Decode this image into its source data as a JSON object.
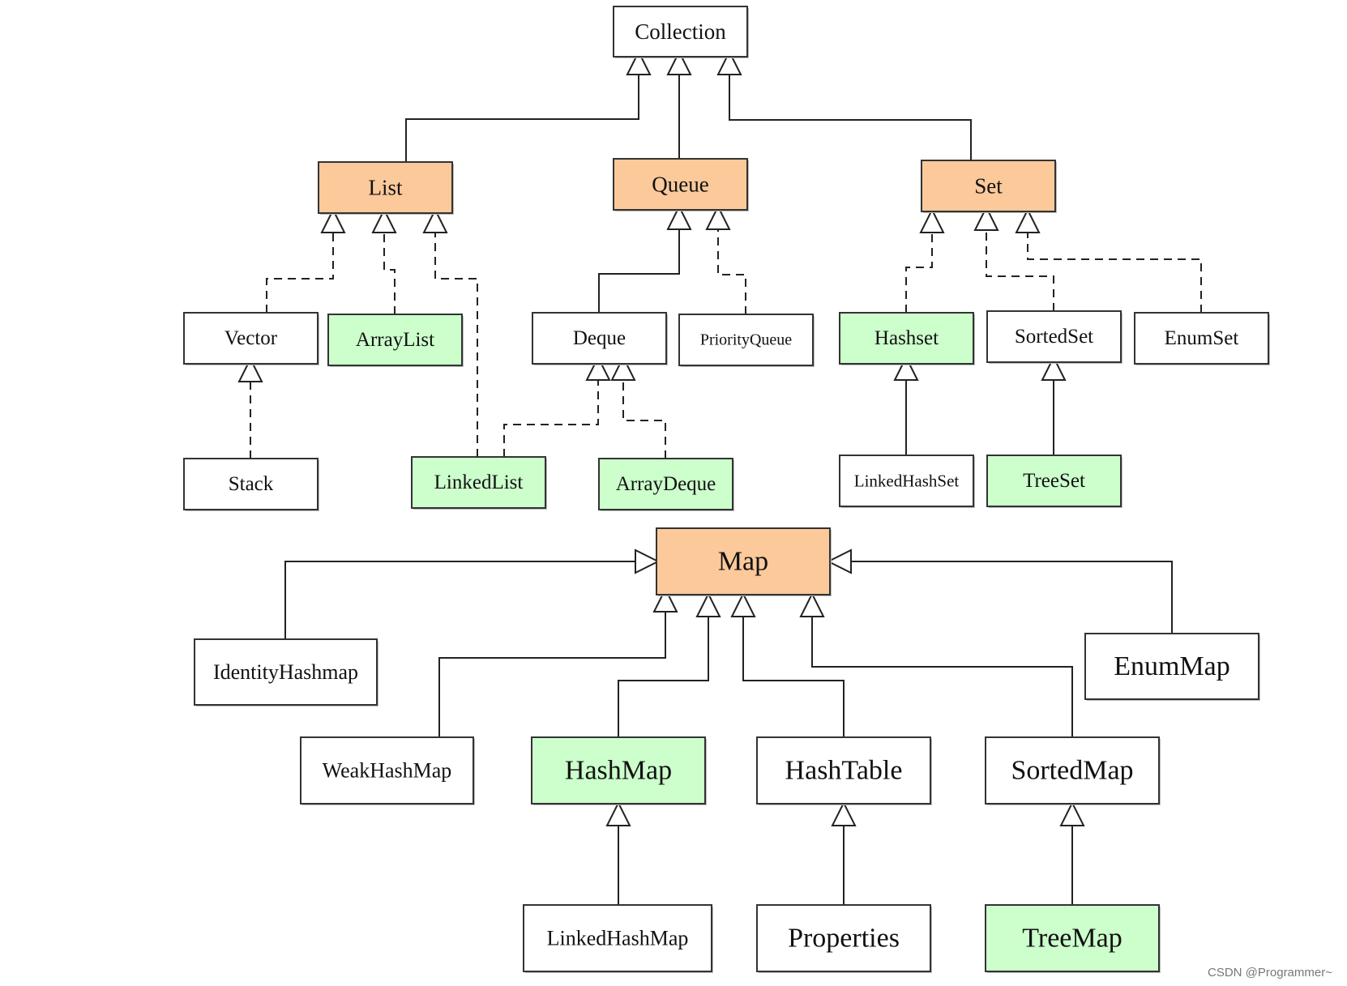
{
  "colors": {
    "interface": "#fbc99a",
    "implementation": "#ccffcc",
    "plain": "#ffffff",
    "stroke": "#333333"
  },
  "nodes": [
    {
      "id": "collection",
      "label": "Collection",
      "kind": "plain"
    },
    {
      "id": "list",
      "label": "List",
      "kind": "interface"
    },
    {
      "id": "queue",
      "label": "Queue",
      "kind": "interface"
    },
    {
      "id": "set",
      "label": "Set",
      "kind": "interface"
    },
    {
      "id": "vector",
      "label": "Vector",
      "kind": "plain"
    },
    {
      "id": "arraylist",
      "label": "ArrayList",
      "kind": "implementation"
    },
    {
      "id": "deque",
      "label": "Deque",
      "kind": "plain"
    },
    {
      "id": "priorityqueue",
      "label": "PriorityQueue",
      "kind": "plain"
    },
    {
      "id": "hashset",
      "label": "Hashset",
      "kind": "implementation"
    },
    {
      "id": "sortedset",
      "label": "SortedSet",
      "kind": "plain"
    },
    {
      "id": "enumset",
      "label": "EnumSet",
      "kind": "plain"
    },
    {
      "id": "stack",
      "label": "Stack",
      "kind": "plain"
    },
    {
      "id": "linkedlist",
      "label": "LinkedList",
      "kind": "implementation"
    },
    {
      "id": "arraydeque",
      "label": "ArrayDeque",
      "kind": "implementation"
    },
    {
      "id": "linkedhashset",
      "label": "LinkedHashSet",
      "kind": "plain"
    },
    {
      "id": "treeset",
      "label": "TreeSet",
      "kind": "implementation"
    },
    {
      "id": "map",
      "label": "Map",
      "kind": "interface"
    },
    {
      "id": "identityhashmap",
      "label": "IdentityHashmap",
      "kind": "plain"
    },
    {
      "id": "enummap",
      "label": "EnumMap",
      "kind": "plain"
    },
    {
      "id": "weakhashmap",
      "label": "WeakHashMap",
      "kind": "plain"
    },
    {
      "id": "hashmap",
      "label": "HashMap",
      "kind": "implementation"
    },
    {
      "id": "hashtable",
      "label": "HashTable",
      "kind": "plain"
    },
    {
      "id": "sortedmap",
      "label": "SortedMap",
      "kind": "plain"
    },
    {
      "id": "linkedhashmap",
      "label": "LinkedHashMap",
      "kind": "plain"
    },
    {
      "id": "properties",
      "label": "Properties",
      "kind": "plain"
    },
    {
      "id": "treemap",
      "label": "TreeMap",
      "kind": "implementation"
    }
  ],
  "edges": [
    {
      "from": "list",
      "to": "collection",
      "style": "solid"
    },
    {
      "from": "queue",
      "to": "collection",
      "style": "solid"
    },
    {
      "from": "set",
      "to": "collection",
      "style": "solid"
    },
    {
      "from": "vector",
      "to": "list",
      "style": "dashed"
    },
    {
      "from": "arraylist",
      "to": "list",
      "style": "dashed"
    },
    {
      "from": "linkedlist",
      "to": "list",
      "style": "dashed"
    },
    {
      "from": "deque",
      "to": "queue",
      "style": "solid"
    },
    {
      "from": "priorityqueue",
      "to": "queue",
      "style": "dashed"
    },
    {
      "from": "hashset",
      "to": "set",
      "style": "dashed"
    },
    {
      "from": "sortedset",
      "to": "set",
      "style": "dashed"
    },
    {
      "from": "enumset",
      "to": "set",
      "style": "dashed"
    },
    {
      "from": "stack",
      "to": "vector",
      "style": "dashed"
    },
    {
      "from": "linkedlist",
      "to": "deque",
      "style": "dashed"
    },
    {
      "from": "arraydeque",
      "to": "deque",
      "style": "dashed"
    },
    {
      "from": "linkedhashset",
      "to": "hashset",
      "style": "solid"
    },
    {
      "from": "treeset",
      "to": "sortedset",
      "style": "solid"
    },
    {
      "from": "identityhashmap",
      "to": "map",
      "style": "solid"
    },
    {
      "from": "enummap",
      "to": "map",
      "style": "solid"
    },
    {
      "from": "weakhashmap",
      "to": "map",
      "style": "solid"
    },
    {
      "from": "hashmap",
      "to": "map",
      "style": "solid"
    },
    {
      "from": "hashtable",
      "to": "map",
      "style": "solid"
    },
    {
      "from": "sortedmap",
      "to": "map",
      "style": "solid"
    },
    {
      "from": "linkedhashmap",
      "to": "hashmap",
      "style": "solid"
    },
    {
      "from": "properties",
      "to": "hashtable",
      "style": "solid"
    },
    {
      "from": "treemap",
      "to": "sortedmap",
      "style": "solid"
    }
  ],
  "watermark": "CSDN @Programmer~"
}
